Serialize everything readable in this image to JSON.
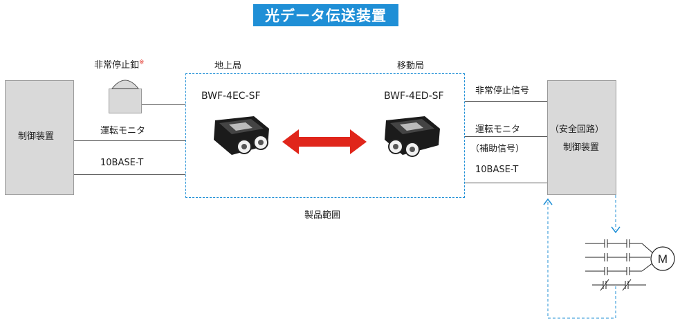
{
  "title": "光データ伝送装置",
  "left_controller": {
    "label": "制御装置"
  },
  "estop_button": {
    "label": "非常停止釦",
    "mark": "※"
  },
  "ground_station": {
    "label": "地上局",
    "model": "BWF-4EC-SF"
  },
  "mobile_station": {
    "label": "移動局",
    "model": "BWF-4ED-SF"
  },
  "left_signals": {
    "monitor": "運転モニタ",
    "network": "10BASE-T"
  },
  "right_signals": {
    "estop": "非常停止信号",
    "monitor": "運転モニタ",
    "monitor_sub": "（補助信号）",
    "network": "10BASE-T"
  },
  "right_controller": {
    "line1": "（安全回路）",
    "line2": "制御装置"
  },
  "product_scope": "製品範囲",
  "motor": {
    "label": "M"
  },
  "colors": {
    "title_bg": "#1f8fd6",
    "arrow": "#e0261b",
    "dashed": "#1f8fd6",
    "box": "#d9d9d9"
  }
}
